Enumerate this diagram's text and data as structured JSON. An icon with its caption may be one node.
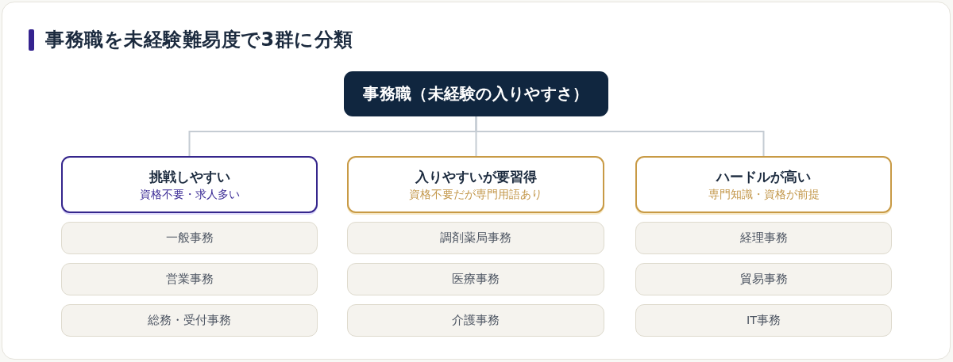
{
  "diagram": {
    "title": "事務職を未経験難易度で3群に分類",
    "nodes": [
      {
        "text": [
          "事務職（未経験の入りやすさ）"
        ]
      },
      {
        "text": [
          "挑戦しやすい",
          "資格不要・求人多い"
        ]
      },
      {
        "text": [
          "一般事務"
        ]
      },
      {
        "text": [
          "営業事務"
        ]
      },
      {
        "text": [
          "総務・受付事務"
        ]
      },
      {
        "text": [
          "入りやすいが要習得",
          "資格不要だが専門用語あり"
        ]
      },
      {
        "text": [
          "調剤薬局事務"
        ]
      },
      {
        "text": [
          "医療事務"
        ]
      },
      {
        "text": [
          "介護事務"
        ]
      },
      {
        "text": [
          "ハードルが高い",
          "専門知識・資格が前提"
        ]
      },
      {
        "text": [
          "経理事務"
        ]
      },
      {
        "text": [
          "貿易事務"
        ]
      },
      {
        "text": [
          "IT事務"
        ]
      }
    ],
    "edges": [
      {
        "from": 0,
        "to": 1,
        "arrow": "none"
      },
      {
        "from": 0,
        "to": 5,
        "arrow": "none"
      },
      {
        "from": 0,
        "to": 9,
        "arrow": "none"
      }
    ]
  }
}
